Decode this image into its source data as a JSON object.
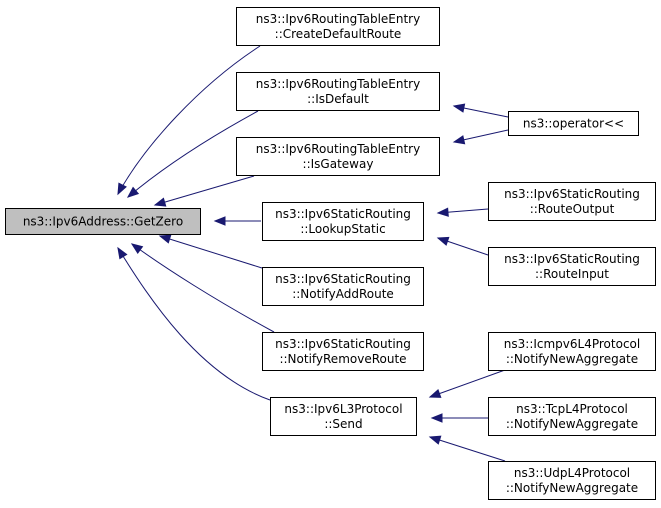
{
  "diagram": {
    "root": {
      "lines": [
        "ns3::Ipv6Address::GetZero"
      ]
    },
    "nodes": {
      "create_default_route": {
        "lines": [
          "ns3::Ipv6RoutingTableEntry",
          "::CreateDefaultRoute"
        ]
      },
      "is_default": {
        "lines": [
          "ns3::Ipv6RoutingTableEntry",
          "::IsDefault"
        ]
      },
      "is_gateway": {
        "lines": [
          "ns3::Ipv6RoutingTableEntry",
          "::IsGateway"
        ]
      },
      "lookup_static": {
        "lines": [
          "ns3::Ipv6StaticRouting",
          "::LookupStatic"
        ]
      },
      "notify_add_route": {
        "lines": [
          "ns3::Ipv6StaticRouting",
          "::NotifyAddRoute"
        ]
      },
      "notify_remove_route": {
        "lines": [
          "ns3::Ipv6StaticRouting",
          "::NotifyRemoveRoute"
        ]
      },
      "send": {
        "lines": [
          "ns3::Ipv6L3Protocol",
          "::Send"
        ]
      },
      "operator_out": {
        "lines": [
          "ns3::operator<<"
        ]
      },
      "route_output": {
        "lines": [
          "ns3::Ipv6StaticRouting",
          "::RouteOutput"
        ]
      },
      "route_input": {
        "lines": [
          "ns3::Ipv6StaticRouting",
          "::RouteInput"
        ]
      },
      "icmpv6_notify": {
        "lines": [
          "ns3::Icmpv6L4Protocol",
          "::NotifyNewAggregate"
        ]
      },
      "tcp_notify": {
        "lines": [
          "ns3::TcpL4Protocol",
          "::NotifyNewAggregate"
        ]
      },
      "udp_notify": {
        "lines": [
          "ns3::UdpL4Protocol",
          "::NotifyNewAggregate"
        ]
      }
    },
    "edges": [
      {
        "from": "create_default_route",
        "to": "root"
      },
      {
        "from": "is_default",
        "to": "root"
      },
      {
        "from": "is_gateway",
        "to": "root"
      },
      {
        "from": "lookup_static",
        "to": "root"
      },
      {
        "from": "notify_add_route",
        "to": "root"
      },
      {
        "from": "notify_remove_route",
        "to": "root"
      },
      {
        "from": "send",
        "to": "root"
      },
      {
        "from": "operator_out",
        "to": "is_default"
      },
      {
        "from": "operator_out",
        "to": "is_gateway"
      },
      {
        "from": "route_output",
        "to": "lookup_static"
      },
      {
        "from": "route_input",
        "to": "lookup_static"
      },
      {
        "from": "icmpv6_notify",
        "to": "send"
      },
      {
        "from": "tcp_notify",
        "to": "send"
      },
      {
        "from": "udp_notify",
        "to": "send"
      }
    ],
    "colors": {
      "edge": "#191970",
      "root_fill": "#bfbfbf",
      "node_fill": "#ffffff",
      "border": "#000000"
    }
  }
}
